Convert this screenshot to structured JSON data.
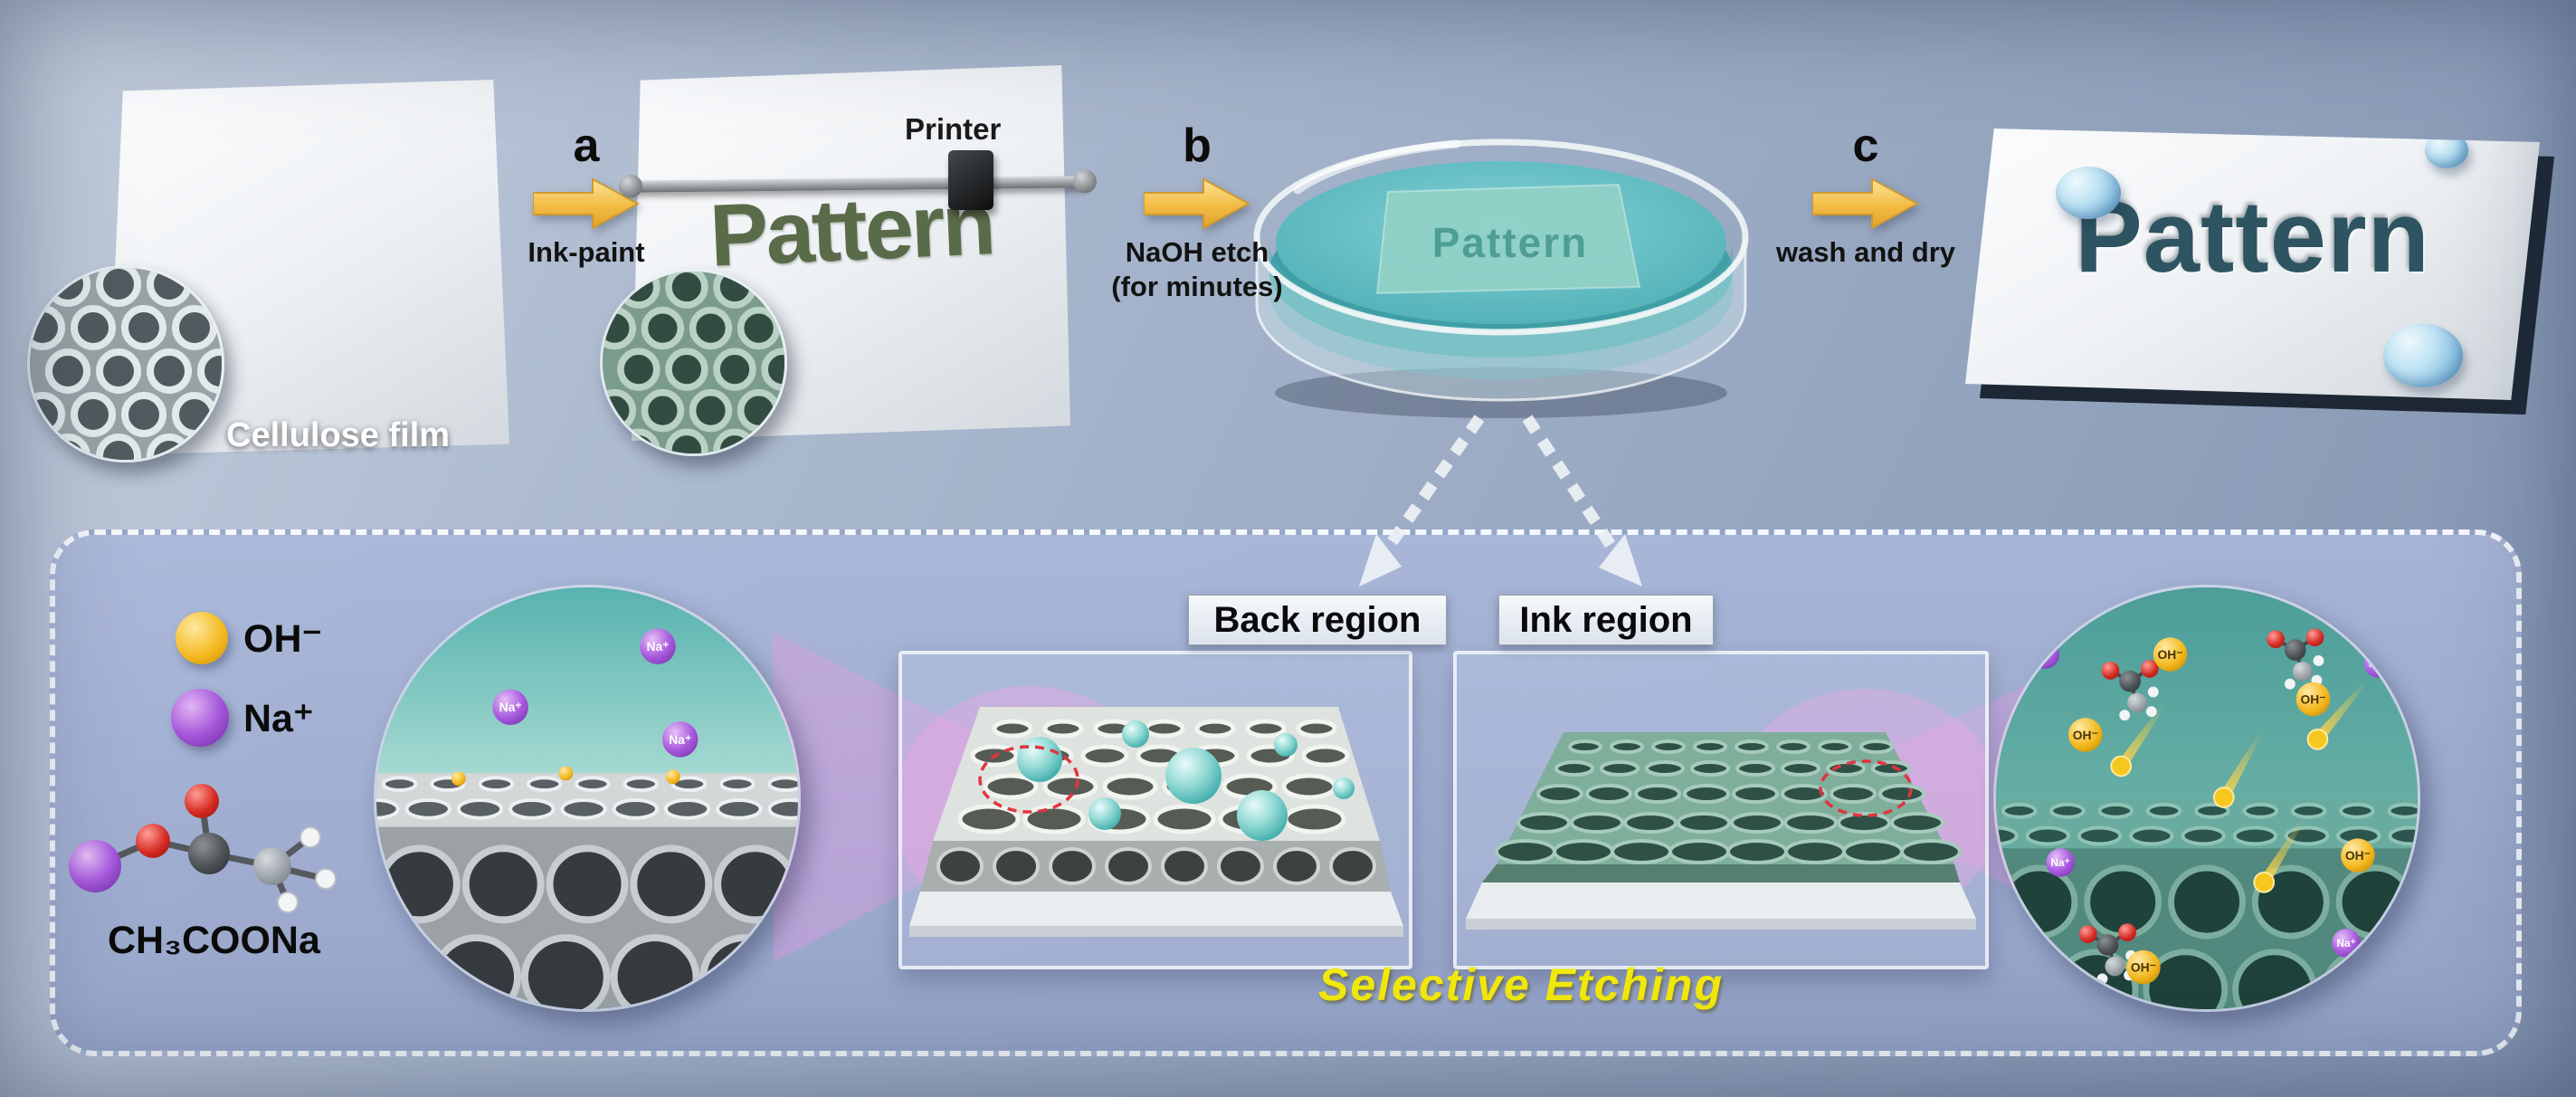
{
  "figure": {
    "pattern_text": "Pattern",
    "cellulose_film_label": "Cellulose film",
    "printer_label": "Printer",
    "steps": [
      {
        "letter": "a",
        "label": "Ink-paint",
        "sublabel": ""
      },
      {
        "letter": "b",
        "label": "NaOH etch",
        "sublabel": "(for minutes)"
      },
      {
        "letter": "c",
        "label": "wash and dry",
        "sublabel": ""
      }
    ],
    "legend": {
      "oh": "OH⁻",
      "na": "Na⁺",
      "molecule": "CH₃COONa"
    },
    "back_region": "Back region",
    "ink_region": "Ink region",
    "selective_etching": "Selective Etching"
  },
  "colors": {
    "background_top": "#c2ccdc",
    "background_bottom": "#8394b1",
    "panel_blue": "#a9b6d7",
    "arrow_gold": "#f2c14e",
    "oh_sphere": "#f3b71c",
    "na_sphere": "#a254d8",
    "naoh_liquid": "#4fb3ba",
    "pattern_ink_green": "#5a6b49",
    "pattern_etched_teal": "#2d5460",
    "selective_etching_yellow": "#f3ea0b"
  }
}
